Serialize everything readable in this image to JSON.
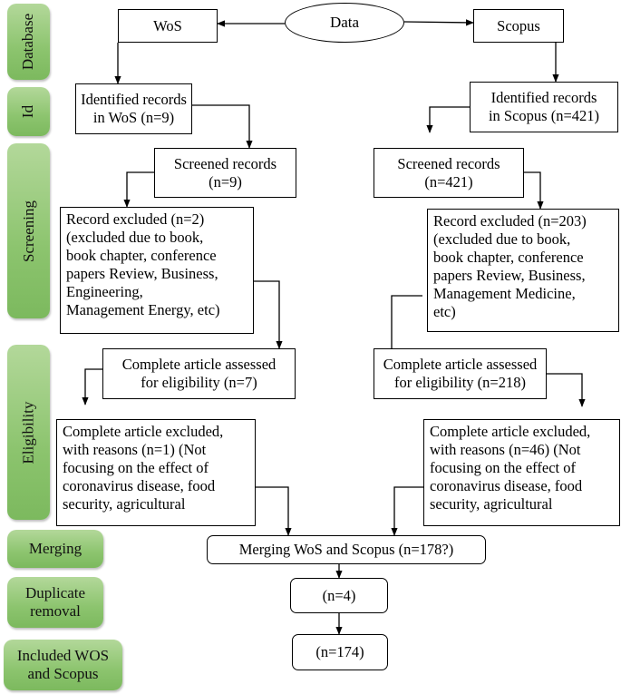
{
  "stages": {
    "database": "Database",
    "id": "Id",
    "screening": "Screening",
    "eligibility": "Eligibility",
    "merging": "Merging",
    "duplicate": "Duplicate\nremoval",
    "included": "Included WOS\nand Scopus"
  },
  "nodes": {
    "data": "Data",
    "wos": "WoS",
    "scopus": "Scopus",
    "wos_identified": "Identified records\nin WoS (n=9)",
    "scopus_identified": "Identified records\nin Scopus (n=421)",
    "wos_screened": "Screened records\n(n=9)",
    "scopus_screened": "Screened records\n(n=421)",
    "wos_excluded": "Record excluded (n=2)\n(excluded due to book,\nbook chapter, conference\npapers Review, Business,\nEngineering,\nManagement Energy, etc)",
    "scopus_excluded": "Record excluded (n=203)\n(excluded due to book,\nbook chapter, conference\npapers Review, Business,\nManagement Medicine,\netc)",
    "wos_assessed": "Complete article assessed\nfor eligibility (n=7)",
    "scopus_assessed": "Complete article assessed\nfor eligibility (n=218)",
    "wos_article_excluded": "Complete article excluded,\nwith reasons (n=1) (Not\nfocusing on the effect of\ncoronavirus disease, food\nsecurity, agricultural",
    "scopus_article_excluded": "Complete article excluded,\nwith reasons (n=46) (Not\nfocusing on the effect of\ncoronavirus disease, food\nsecurity, agricultural",
    "merging": "Merging WoS and Scopus (n=178?)",
    "duplicates": "(n=4)",
    "included": "(n=174)"
  },
  "colors": {
    "stage_fill": "#8cc46e",
    "line": "#000000"
  }
}
